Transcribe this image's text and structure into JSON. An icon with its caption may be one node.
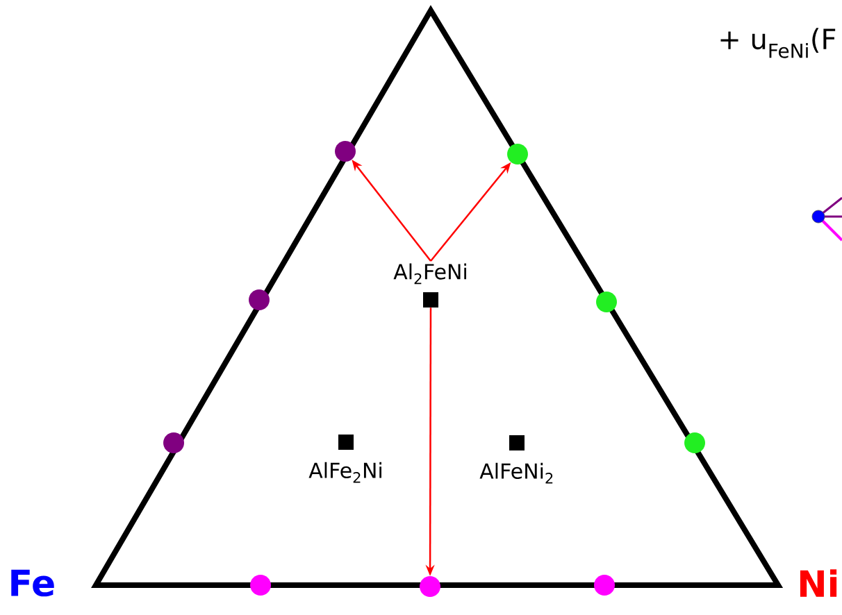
{
  "diagram": {
    "nodes": [
      {
        "text": [
          "Al$_{2}$FeNi"
        ]
      },
      {
        "text": [
          "AlFe$_{2}$Ni"
        ]
      },
      {
        "text": [
          "AlFeNi$_{2}$"
        ]
      },
      {
        "text": [],
        "shape": "circle"
      },
      {
        "text": [],
        "shape": "circle"
      },
      {
        "text": [],
        "shape": "circle"
      },
      {
        "text": [],
        "shape": "circle"
      },
      {
        "text": [],
        "shape": "circle"
      },
      {
        "text": [],
        "shape": "circle"
      },
      {
        "text": [],
        "shape": "circle"
      },
      {
        "text": [],
        "shape": "circle"
      },
      {
        "text": [],
        "shape": "circle"
      }
    ],
    "edges": [
      {
        "from": 0,
        "to": 3,
        "arrow": "to"
      },
      {
        "from": 0,
        "to": 6,
        "arrow": "to"
      },
      {
        "from": 0,
        "to": 10,
        "arrow": "to"
      }
    ],
    "labels": [
      "+ u$_{FeNi}$(F",
      "Fe",
      "Ni"
    ]
  }
}
